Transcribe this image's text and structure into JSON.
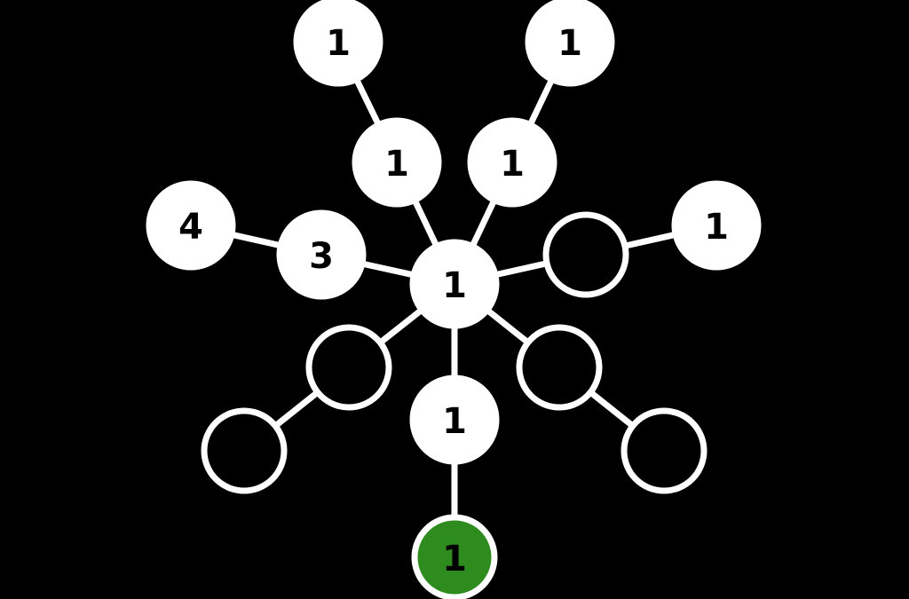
{
  "colors": {
    "background": "#000000",
    "node_filled": "#ffffff",
    "node_empty": "#000000",
    "node_outline": "#ffffff",
    "node_selected": "#2e8b1e",
    "edge": "#ffffff",
    "label": "#000000"
  },
  "nodes": [
    {
      "id": "hub",
      "label": "1",
      "state": "filled"
    },
    {
      "id": "upper-left-inner",
      "label": "1",
      "state": "filled"
    },
    {
      "id": "upper-left-outer",
      "label": "1",
      "state": "filled"
    },
    {
      "id": "upper-right-inner",
      "label": "1",
      "state": "filled"
    },
    {
      "id": "upper-right-outer",
      "label": "1",
      "state": "filled"
    },
    {
      "id": "left-inner",
      "label": "3",
      "state": "filled"
    },
    {
      "id": "left-outer",
      "label": "4",
      "state": "filled"
    },
    {
      "id": "right-inner",
      "label": "",
      "state": "empty"
    },
    {
      "id": "right-outer",
      "label": "1",
      "state": "filled"
    },
    {
      "id": "lower-left-inner",
      "label": "",
      "state": "empty"
    },
    {
      "id": "lower-left-outer",
      "label": "",
      "state": "empty"
    },
    {
      "id": "lower-right-inner",
      "label": "",
      "state": "empty"
    },
    {
      "id": "lower-right-outer",
      "label": "",
      "state": "empty"
    },
    {
      "id": "bottom-inner",
      "label": "1",
      "state": "filled"
    },
    {
      "id": "bottom-outer",
      "label": "1",
      "state": "selected"
    }
  ],
  "edges": [
    [
      "hub",
      "upper-left-inner"
    ],
    [
      "upper-left-inner",
      "upper-left-outer"
    ],
    [
      "hub",
      "upper-right-inner"
    ],
    [
      "upper-right-inner",
      "upper-right-outer"
    ],
    [
      "hub",
      "left-inner"
    ],
    [
      "left-inner",
      "left-outer"
    ],
    [
      "hub",
      "right-inner"
    ],
    [
      "right-inner",
      "right-outer"
    ],
    [
      "hub",
      "lower-left-inner"
    ],
    [
      "lower-left-inner",
      "lower-left-outer"
    ],
    [
      "hub",
      "lower-right-inner"
    ],
    [
      "lower-right-inner",
      "lower-right-outer"
    ],
    [
      "hub",
      "bottom-inner"
    ],
    [
      "bottom-inner",
      "bottom-outer"
    ]
  ]
}
